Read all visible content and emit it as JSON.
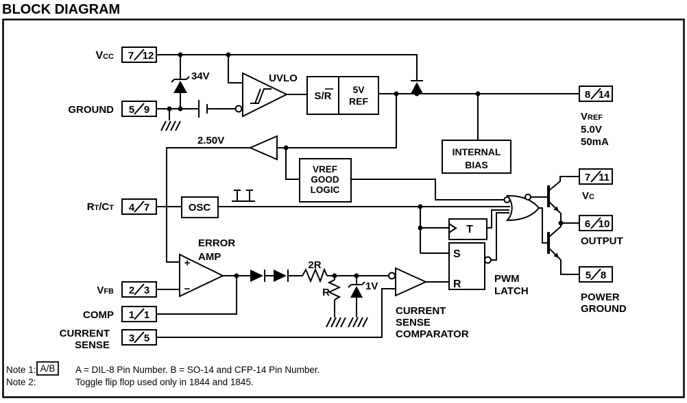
{
  "title": "BLOCK DIAGRAM",
  "pins": {
    "vcc": {
      "base": "V",
      "sub": "CC",
      "a": "7",
      "b": "12"
    },
    "ground": {
      "label": "GROUND",
      "a": "5",
      "b": "9"
    },
    "rtct": {
      "p1": "R",
      "s1": "T",
      "p2": "/C",
      "s2": "T",
      "a": "4",
      "b": "7"
    },
    "vfb": {
      "base": "V",
      "sub": "FB",
      "a": "2",
      "b": "3"
    },
    "comp": {
      "label": "COMP",
      "a": "1",
      "b": "1"
    },
    "current_sense": {
      "line1": "CURRENT",
      "line2": "SENSE",
      "a": "3",
      "b": "5"
    },
    "vref": {
      "base": "V",
      "sub": "REF",
      "a": "8",
      "b": "14",
      "voltage": "5.0V",
      "current": "50mA"
    },
    "vc": {
      "base": "V",
      "sub": "C",
      "a": "7",
      "b": "11"
    },
    "output": {
      "label": "OUTPUT",
      "a": "6",
      "b": "10"
    },
    "power_ground": {
      "line1": "POWER",
      "line2": "GROUND",
      "a": "5",
      "b": "8"
    }
  },
  "blocks": {
    "uvlo": "UVLO",
    "sr_latch": "S/R",
    "ref": {
      "line1": "5V",
      "line2": "REF"
    },
    "internal_bias": {
      "line1": "INTERNAL",
      "line2": "BIAS"
    },
    "vref_good_logic": {
      "line1": "VREF",
      "line2": "GOOD",
      "line3": "LOGIC"
    },
    "osc": "OSC",
    "error_amp": {
      "line1": "ERROR",
      "line2": "AMP"
    },
    "current_sense_comparator": {
      "line1": "CURRENT",
      "line2": "SENSE",
      "line3": "COMPARATOR"
    },
    "pwm_latch": {
      "line1": "PWM",
      "line2": "LATCH"
    },
    "toggle_ff": "T",
    "latch_s": "S",
    "latch_r": "R"
  },
  "values": {
    "vcc_zener": "34V",
    "ref_voltage": "2.50V",
    "resistor_2r": "2R",
    "resistor_r": "R",
    "cs_zener": "1V",
    "ea_plus": "+",
    "ea_minus": "−"
  },
  "notes": {
    "n1_label": "Note 1:",
    "n1_box": "A/B",
    "n1_text": "A = DIL-8 Pin Number. B = SO-14 and CFP-14 Pin Number.",
    "n2_label": "Note 2:",
    "n2_text": "Toggle flip flop used only in 1844 and 1845."
  }
}
